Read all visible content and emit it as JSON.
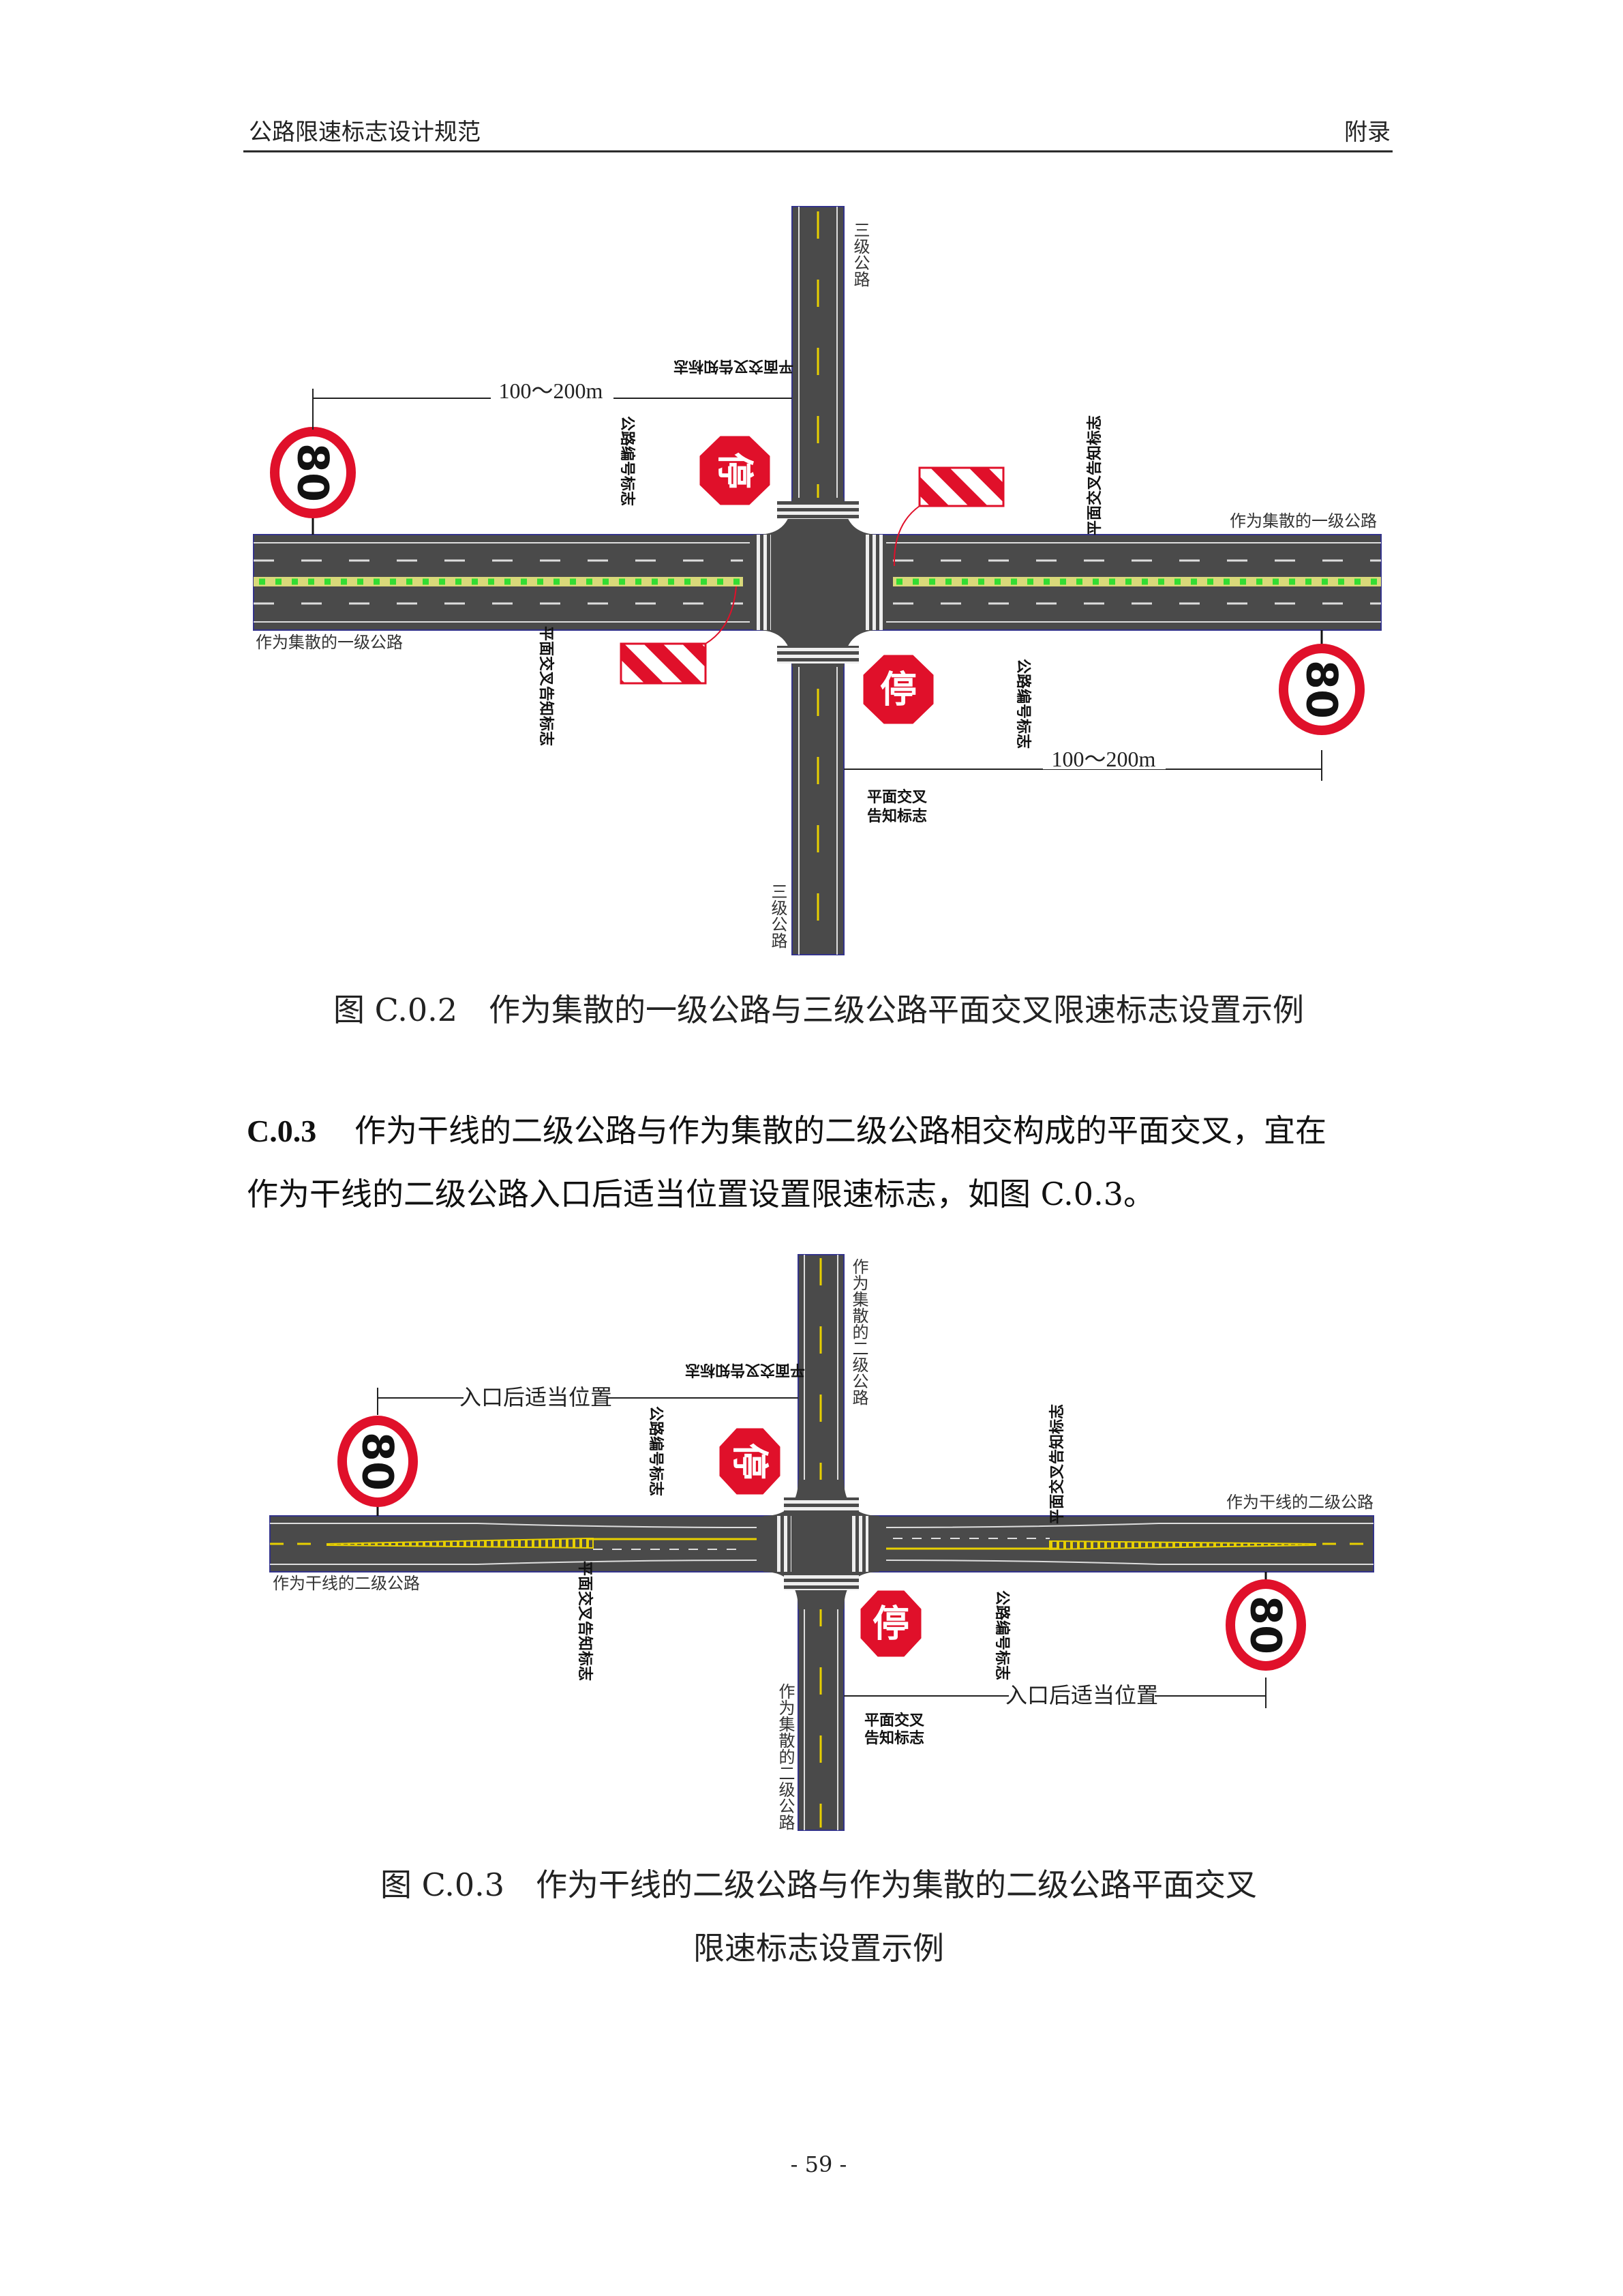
{
  "header": {
    "left": "公路限速标志设计规范",
    "right": "附录"
  },
  "figure1": {
    "caption": "图 C.0.2　作为集散的一级公路与三级公路平面交叉限速标志设置示例",
    "major_road_label": "作为集散的一级公路",
    "minor_road_label": "三级公路",
    "distance_label": "100～200m",
    "speed_value": "80",
    "stop_text": "停",
    "crossing_sign_label": "平面交叉告知标志",
    "crossing_sign_line1": "平面交叉",
    "crossing_sign_line2": "告知标志",
    "route_sign_label": "公路编号标志"
  },
  "clause": {
    "number": "C.0.3",
    "line1": "作为干线的二级公路与作为集散的二级公路相交构成的平面交叉，宜在",
    "line2": "作为干线的二级公路入口后适当位置设置限速标志，如图 C.0.3。"
  },
  "figure2": {
    "caption_line1": "图 C.0.3　作为干线的二级公路与作为集散的二级公路平面交叉",
    "caption_line2": "限速标志设置示例",
    "major_road_label": "作为干线的二级公路",
    "minor_road_label": "作为集散的二级公路",
    "distance_label": "入口后适当位置",
    "speed_value": "80",
    "stop_text": "停",
    "crossing_sign_label": "平面交叉告知标志",
    "crossing_sign_line1": "平面交叉",
    "crossing_sign_line2": "告知标志",
    "route_sign_label": "公路编号标志"
  },
  "footer": {
    "page_number": "- 59 -"
  },
  "colors": {
    "road": "#4a4a4a",
    "sign_red": "#e0102a",
    "median_green": "#33dd33",
    "yellow": "#e8d000"
  }
}
